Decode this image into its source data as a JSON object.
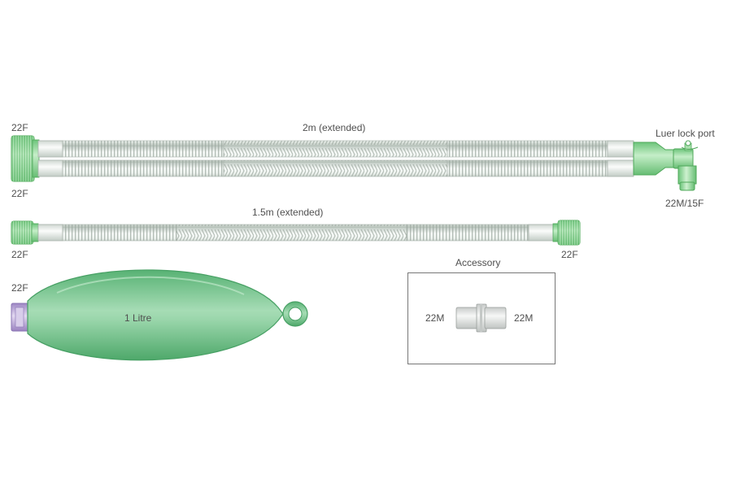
{
  "colors": {
    "connector_green": "#8fd890",
    "connector_dark": "#4fa85a",
    "tube_light": "#eef3ef",
    "tube_shade": "#b9c4bc",
    "bag_green": "#6ec48a",
    "bag_edge": "#47a064",
    "valve_purple": "#b9a3d6",
    "accessory_grey": "#e3e5e4"
  },
  "icons": {
    "fitting_icon": "connector-22f",
    "lock_icon": "luer-lock-port",
    "elbow_icon": "elbow-22m-15f",
    "bag_icon": "reservoir-bag",
    "adaptor_icon": "straight-adaptor-22m"
  },
  "limb_2m": {
    "length_label": "2m (extended)",
    "top_connector": "22F",
    "bottom_connector": "22F",
    "port_label": "Luer lock port",
    "elbow_label": "22M/15F"
  },
  "limb_15m": {
    "length_label": "1.5m (extended)",
    "left_connector": "22F",
    "right_connector": "22F"
  },
  "bag": {
    "connector": "22F",
    "volume_label": "1 Litre"
  },
  "accessory": {
    "title": "Accessory",
    "left_end": "22M",
    "right_end": "22M"
  }
}
